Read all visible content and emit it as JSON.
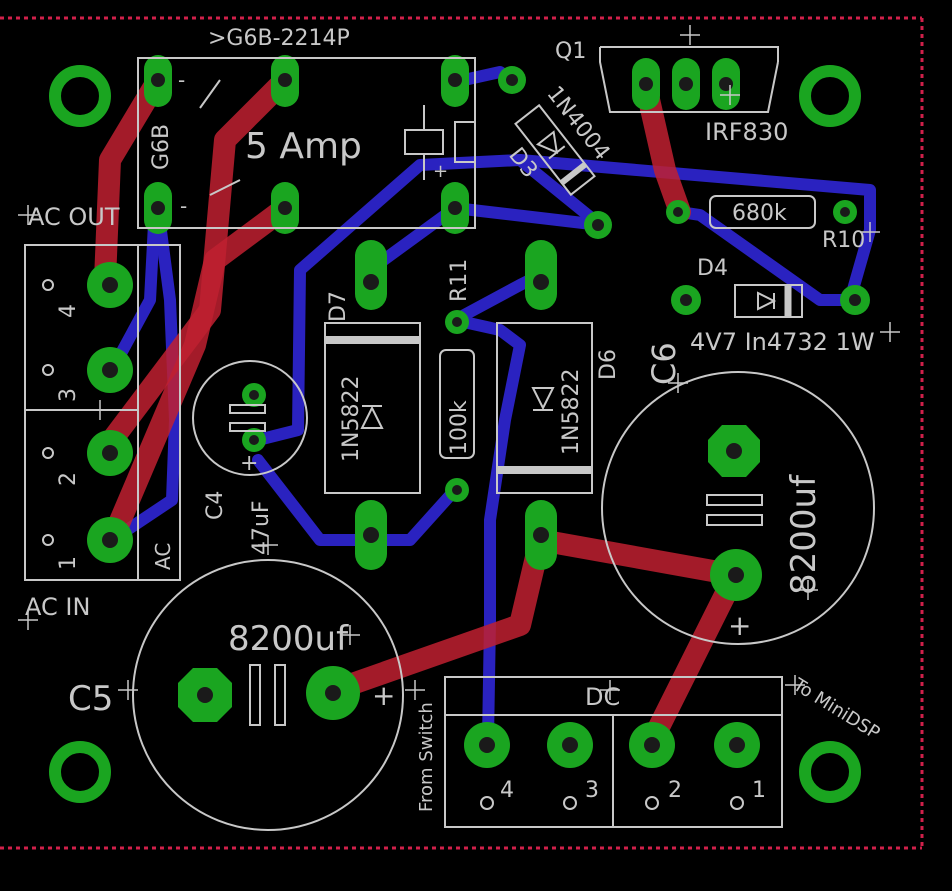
{
  "colors": {
    "background": "#000000",
    "silkscreen": "#c8c8c8",
    "top_copper": "#c02030",
    "bottom_copper": "#2a22c0",
    "pads": "#1aa520",
    "board_outline": "#d0204a"
  },
  "labels": {
    "relay_part": ">G6B-2214P",
    "relay_name": "G6B",
    "relay_rating": "5 Amp",
    "q1_name": "Q1",
    "q1_value": "IRF830",
    "d3_value": "1N4004",
    "d3_name": "D3",
    "r10_value": "680k",
    "r10_name": "R10",
    "d4_name": "D4",
    "d4_value": "4V7 In4732 1W",
    "c6_name": "C6",
    "c6_value": "8200uf",
    "c5_name": "C5",
    "c5_value": "8200uf",
    "c4_name": "C4",
    "c4_value": "47uF",
    "d7_name": "D7",
    "d7_value": "1N5822",
    "d6_name": "D6",
    "d6_value": "1N5822",
    "r11_name": "R11",
    "r11_value": "100k",
    "ac_out": "AC OUT",
    "ac_in": "AC IN",
    "ac_tag": "AC",
    "dc_tag": "DC",
    "from_switch": "From Switch",
    "to_minidsp": "To MiniDSP",
    "ac_pins": [
      "4",
      "3",
      "2",
      "1"
    ],
    "dc_pins": [
      "4",
      "3",
      "2",
      "1"
    ],
    "plus": "+",
    "minus": "-"
  }
}
